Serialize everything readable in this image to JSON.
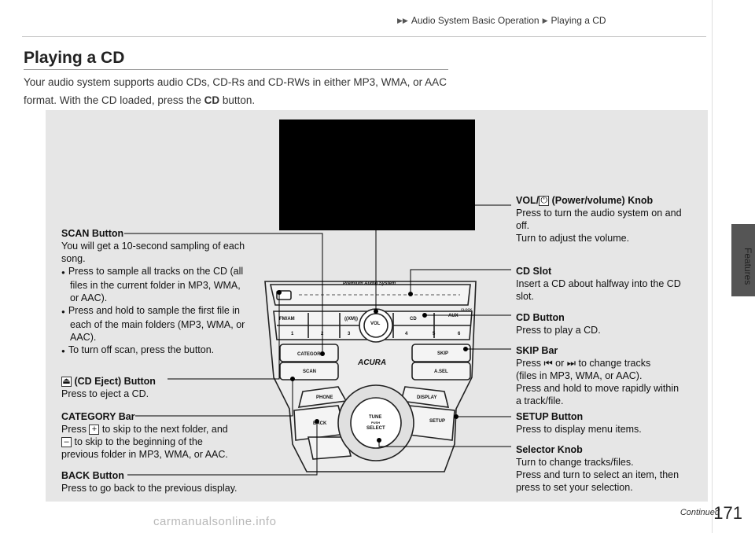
{
  "breadcrumb": {
    "part1": "Audio System Basic Operation",
    "part2": "Playing a CD"
  },
  "side_tab": "Features",
  "title": "Playing a CD",
  "intro": {
    "text_before": "Your audio system supports audio CDs, CD-Rs and CD-RWs in either MP3, WMA, or AAC format. With the CD loaded, press the ",
    "bold": "CD",
    "text_after": " button."
  },
  "labels": {
    "scan": {
      "title": "SCAN Button",
      "desc": "You will get a 10-second sampling of each song.",
      "bullets": [
        "Press to sample all tracks on the CD (all files in the current folder in MP3, WMA, or AAC).",
        "Press and hold to sample the first file in each of the main folders (MP3, WMA, or AAC).",
        "To turn off scan, press the button."
      ]
    },
    "eject": {
      "title": "(CD Eject) Button",
      "desc": "Press to eject a CD."
    },
    "category": {
      "title": "CATEGORY Bar",
      "press": "Press",
      "l1": " to skip to the next folder, and",
      "l2": " to skip to the beginning of the",
      "l3": "previous folder in MP3, WMA, or AAC."
    },
    "back": {
      "title": "BACK Button",
      "desc": "Press to go back to the previous display."
    },
    "vol": {
      "title_a": "VOL/",
      "title_b": " (Power/volume) Knob",
      "desc1": "Press to turn the audio system on and off.",
      "desc2": "Turn to adjust the volume."
    },
    "cdslot": {
      "title": "CD Slot",
      "desc": "Insert a CD about halfway into the CD slot."
    },
    "cdbtn": {
      "title": "CD Button",
      "desc": "Press to play a CD."
    },
    "skip": {
      "title": "SKIP Bar",
      "press": "Press",
      "or": " or ",
      "l1": " to change tracks",
      "l2": "(files in MP3, WMA, or AAC).",
      "l3": "Press and hold to move rapidly within a track/file."
    },
    "setup": {
      "title": "SETUP Button",
      "desc": "Press to display menu items."
    },
    "selector": {
      "title": "Selector Knob",
      "desc1": "Turn to change tracks/files.",
      "desc2": "Press and turn to select an item, then press to set your selection."
    }
  },
  "panel": {
    "premium": "Premium Audio System",
    "fmam": "FM/AM",
    "xm": "((XM))",
    "cd": "CD",
    "aux": "AUX",
    "clock": "CLOCK",
    "vol": "VOL",
    "presets": [
      "1",
      "2",
      "3",
      "4",
      "5",
      "6"
    ],
    "category": "CATEGORY",
    "scan": "SCAN",
    "skip": "SKIP",
    "asel": "A.SEL",
    "acura": "ACURA",
    "phone": "PHONE",
    "display": "DISPLAY",
    "back": "BACK",
    "setup": "SETUP",
    "tune": "TUNE",
    "push": "PUSH",
    "select": "SELECT"
  },
  "footer": {
    "continued": "Continued",
    "page": "171",
    "watermark": "carmanualsonline.info"
  }
}
